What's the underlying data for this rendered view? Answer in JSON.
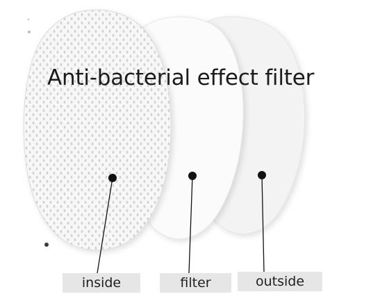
{
  "title": "Anti-bacterial effect filter",
  "layers": [
    {
      "label": "inside"
    },
    {
      "label": "filter"
    },
    {
      "label": "outside"
    }
  ],
  "colors": {
    "background": "#ffffff",
    "label_bg": "#e6e6e6",
    "text": "#1b1b1b",
    "pointer": "#111111"
  }
}
